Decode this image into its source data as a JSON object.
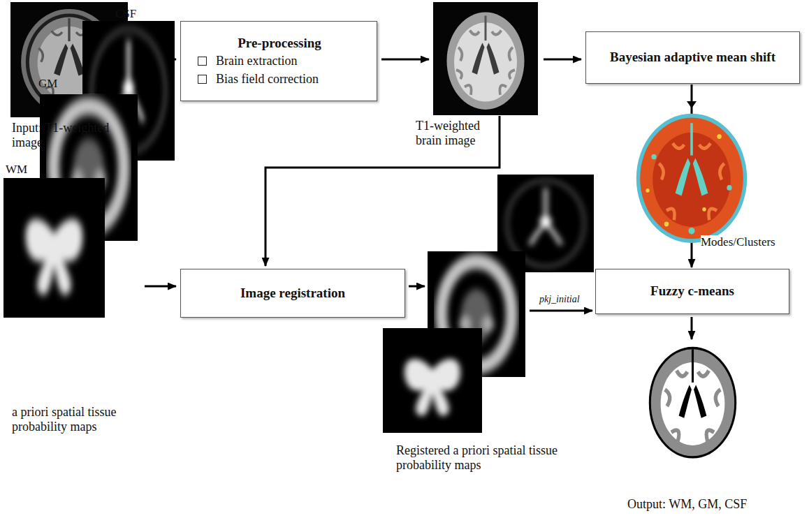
{
  "diagram": {
    "nodes": [
      {
        "text": [
          "Input: T1-weighted image"
        ]
      },
      {
        "text": [
          "Pre-processing",
          "Brain extraction",
          "Bias field correction"
        ]
      },
      {
        "text": [
          "T1-weighted brain image"
        ]
      },
      {
        "text": [
          "Bayesian adaptive mean shift"
        ]
      },
      {
        "text": [
          "CSF",
          "GM",
          "WM",
          "a priori spatial tissue probability maps"
        ]
      },
      {
        "text": [
          "Image registration"
        ]
      },
      {
        "text": [
          "Registered a priori spatial tissue probability maps"
        ]
      },
      {
        "text": [
          "Fuzzy c-means"
        ]
      },
      {
        "text": [
          "Output: WM, GM, CSF"
        ]
      }
    ],
    "edges": [
      {
        "from": 0,
        "to": 1,
        "arrow": "to"
      },
      {
        "from": 1,
        "to": 2,
        "arrow": "to"
      },
      {
        "from": 2,
        "to": 3,
        "arrow": "to"
      },
      {
        "from": 2,
        "to": 5,
        "arrow": "to"
      },
      {
        "from": 3,
        "to": 7,
        "label": "Modes/Clusters",
        "arrow": "to"
      },
      {
        "from": 4,
        "to": 5,
        "arrow": "to"
      },
      {
        "from": 5,
        "to": 6,
        "arrow": "to"
      },
      {
        "from": 6,
        "to": 7,
        "label": "pkj_initial",
        "arrow": "to"
      },
      {
        "from": 7,
        "to": 8,
        "arrow": "to"
      }
    ]
  }
}
